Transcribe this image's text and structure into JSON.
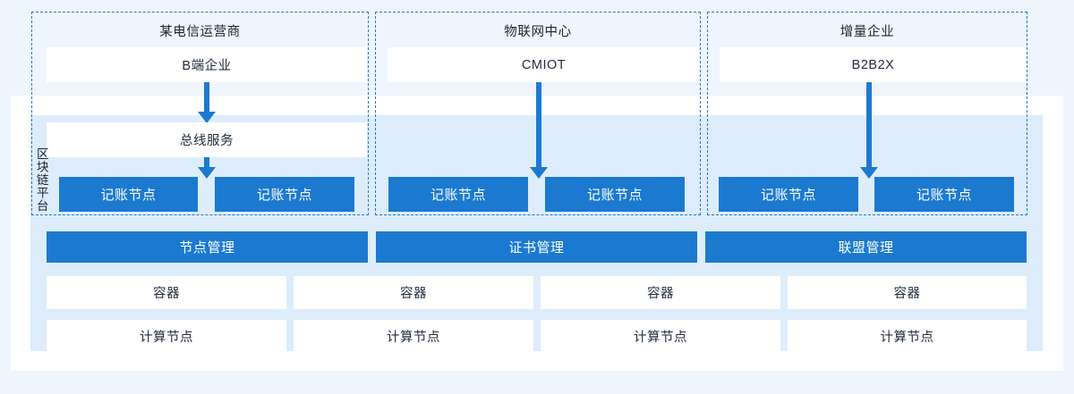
{
  "diagram": {
    "platform_label": "区块链平台",
    "zones": [
      {
        "title": "某电信运营商",
        "entity": "B端企业"
      },
      {
        "title": "物联网中心",
        "entity": "CMIOT"
      },
      {
        "title": "增量企业",
        "entity": "B2B2X"
      }
    ],
    "bus_service": "总线服务",
    "ledger_nodes": [
      "记账节点",
      "记账节点",
      "记账节点",
      "记账节点",
      "记账节点",
      "记账节点"
    ],
    "management": [
      "节点管理",
      "证书管理",
      "联盟管理"
    ],
    "containers": [
      "容器",
      "容器",
      "容器",
      "容器"
    ],
    "compute_nodes": [
      "计算节点",
      "计算节点",
      "计算节点",
      "计算节点"
    ],
    "colors": {
      "accent_blue": "#1b7ad0",
      "panel_blue": "#ddedfb",
      "page_background": "#eef5fd",
      "box_white": "#ffffff",
      "text_dark": "#1b2430"
    }
  }
}
